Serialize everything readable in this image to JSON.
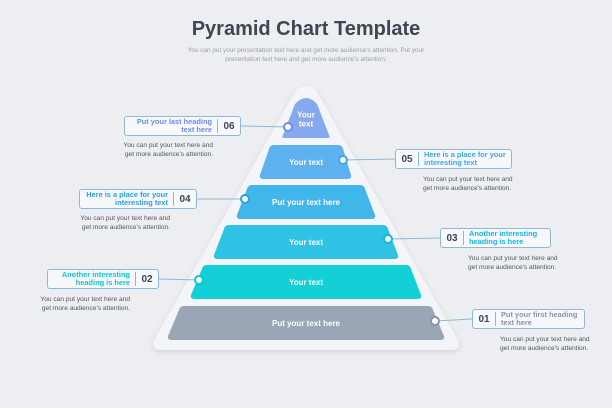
{
  "title": "Pyramid Chart Template",
  "subtitle": "You can put your presentation text here and get more audience's attention. Put your presentation text here and get more audience's attention.",
  "levels": [
    {
      "label": "Your text",
      "color": "#86a8ef"
    },
    {
      "label": "Your text",
      "color": "#5eb1ef"
    },
    {
      "label": "Put your text here",
      "color": "#41b6ea"
    },
    {
      "label": "Your text",
      "color": "#2ec3e4"
    },
    {
      "label": "Your text",
      "color": "#13cfd6"
    },
    {
      "label": "Put your text here",
      "color": "#9aa6b6"
    }
  ],
  "callouts": [
    {
      "number": "06",
      "heading": "Put your last heading text here",
      "description": "You can put your text here and get more audience's attention.",
      "color": "#6d8ee4"
    },
    {
      "number": "05",
      "heading": "Here is a place for your interesting text",
      "description": "You can put your text here and get more audience's attention.",
      "color": "#3ca6e8"
    },
    {
      "number": "04",
      "heading": "Here is a place for your interesting text",
      "description": "You can put your text here and get more audience's attention.",
      "color": "#2a9fe0"
    },
    {
      "number": "03",
      "heading": "Another interesting heading is here",
      "description": "You can put your text here and get more audience's attention.",
      "color": "#17b6dc"
    },
    {
      "number": "02",
      "heading": "Another interesting heading is here",
      "description": "You can put your text here and get more audience's attention.",
      "color": "#10c4d0"
    },
    {
      "number": "01",
      "heading": "Put your first heading text here",
      "description": "You can put your text here and get more audience's attention.",
      "color": "#8995a6"
    }
  ]
}
